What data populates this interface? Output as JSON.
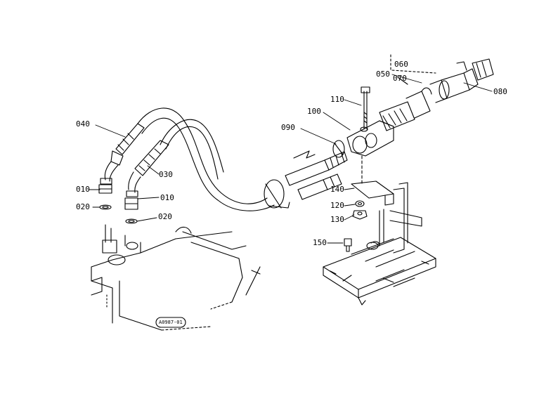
{
  "diagram": {
    "drawing_code": "A0987-01",
    "part_labels": {
      "p010a": "010",
      "p010b": "010",
      "p020a": "020",
      "p020b": "020",
      "p030": "030",
      "p040": "040",
      "p050": "050",
      "p060": "060",
      "p070": "070",
      "p080": "080",
      "p090": "090",
      "p100": "100",
      "p110": "110",
      "p120": "120",
      "p130": "130",
      "p140": "140",
      "p150": "150"
    }
  }
}
